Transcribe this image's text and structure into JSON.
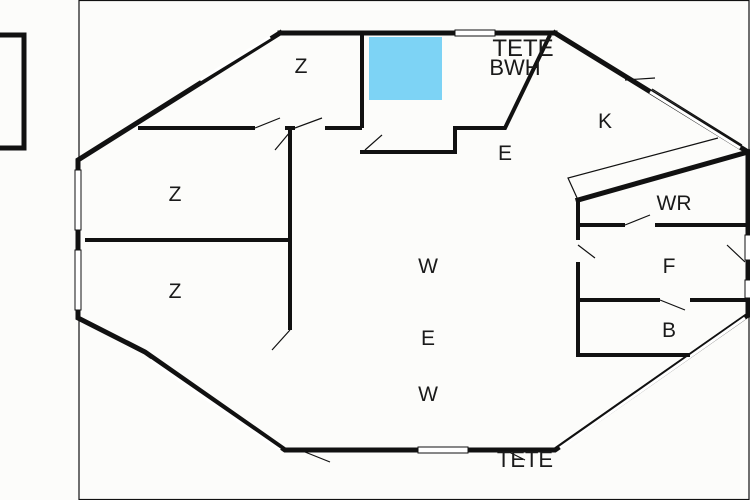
{
  "floorplan": {
    "rooms": {
      "bedroom_top": "Z",
      "bedroom_mid": "Z",
      "bedroom_low": "Z",
      "tete_top": "TETE",
      "bathroom": "BWH",
      "entry_top": "E",
      "kitchen": "K",
      "wr": "WR",
      "f": "F",
      "b": "B",
      "living_w1": "W",
      "living_e": "E",
      "living_w2": "W",
      "tete_bottom": "TETE"
    },
    "colors": {
      "wall": "#111111",
      "shower": "#7dd3f5",
      "background": "#fcfcfa"
    }
  }
}
